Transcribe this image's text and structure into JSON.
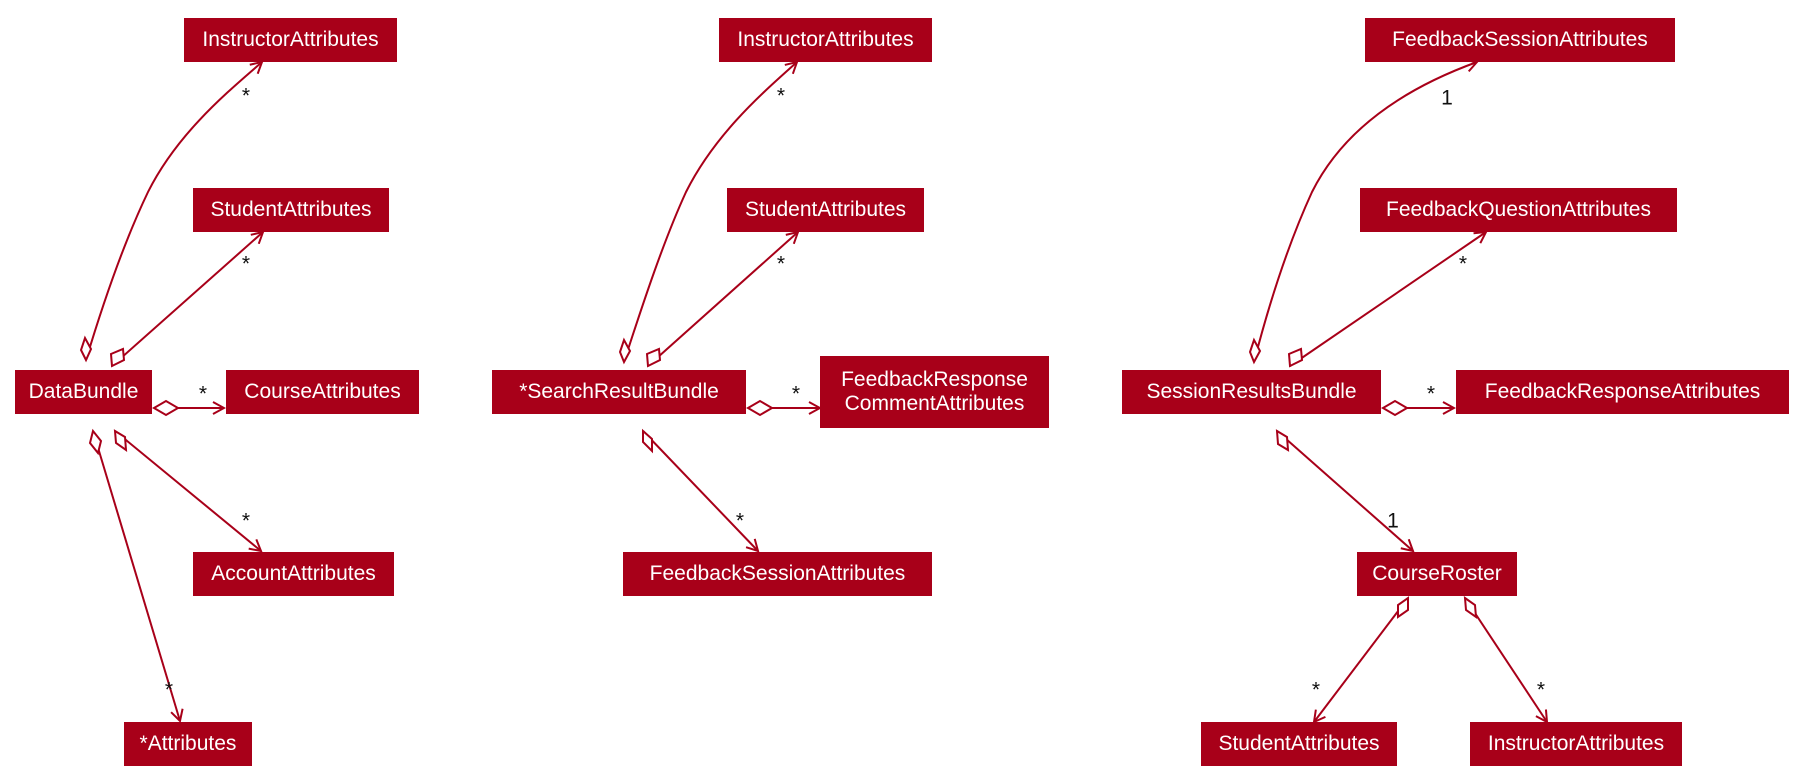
{
  "colors": {
    "box_fill": "#A80019",
    "box_text": "#FFFFFF",
    "line": "#A80019",
    "background": "#FFFFFF"
  },
  "nodes": {
    "databundle": "DataBundle",
    "d_instructor": "InstructorAttributes",
    "d_student": "StudentAttributes",
    "d_course": "CourseAttributes",
    "d_account": "AccountAttributes",
    "d_attributes": "*Attributes",
    "searchresultbundle": "*SearchResultBundle",
    "s_instructor": "InstructorAttributes",
    "s_student": "StudentAttributes",
    "s_comment_line1": "FeedbackResponse",
    "s_comment_line2": "CommentAttributes",
    "s_session": "FeedbackSessionAttributes",
    "sessionresultsbundle": "SessionResultsBundle",
    "r_session": "FeedbackSessionAttributes",
    "r_question": "FeedbackQuestionAttributes",
    "r_response": "FeedbackResponseAttributes",
    "courseroster": "CourseRoster",
    "c_student": "StudentAttributes",
    "c_instructor": "InstructorAttributes"
  },
  "multiplicities": {
    "db_instructor": "*",
    "db_student": "*",
    "db_course": "*",
    "db_account": "*",
    "db_attributes": "*",
    "sr_instructor": "*",
    "sr_student": "*",
    "sr_comment": "*",
    "sr_session": "*",
    "rb_session": "1",
    "rb_question": "*",
    "rb_response": "*",
    "rb_roster": "1",
    "cr_student": "*",
    "cr_instructor": "*"
  }
}
